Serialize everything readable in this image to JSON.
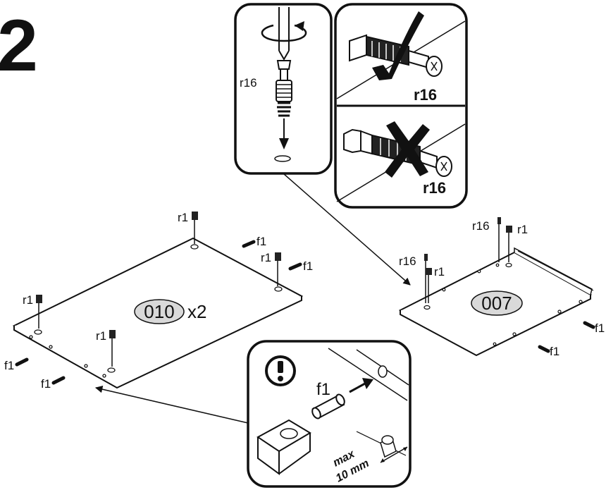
{
  "step_number": "2",
  "detail_top": {
    "part_label": "r16"
  },
  "correct_panel": {
    "part_label": "r16"
  },
  "wrong_panel": {
    "part_label": "r16"
  },
  "left_panel": {
    "part_number": "010",
    "quantity": "x2",
    "cam_label_1": "r1",
    "cam_label_2": "r1",
    "cam_label_3": "r1",
    "cam_label_4": "r1",
    "dowel_label_1": "f1",
    "dowel_label_2": "f1",
    "dowel_label_3": "f1",
    "dowel_label_4": "f1"
  },
  "right_panel": {
    "part_number": "007",
    "bolt_label_1": "r16",
    "bolt_label_2": "r16",
    "cam_label_1": "r1",
    "cam_label_2": "r1",
    "dowel_label_1": "f1",
    "dowel_label_2": "f1"
  },
  "detail_bottom": {
    "part_label": "f1",
    "max_text": "max",
    "distance_text": "10 mm"
  }
}
